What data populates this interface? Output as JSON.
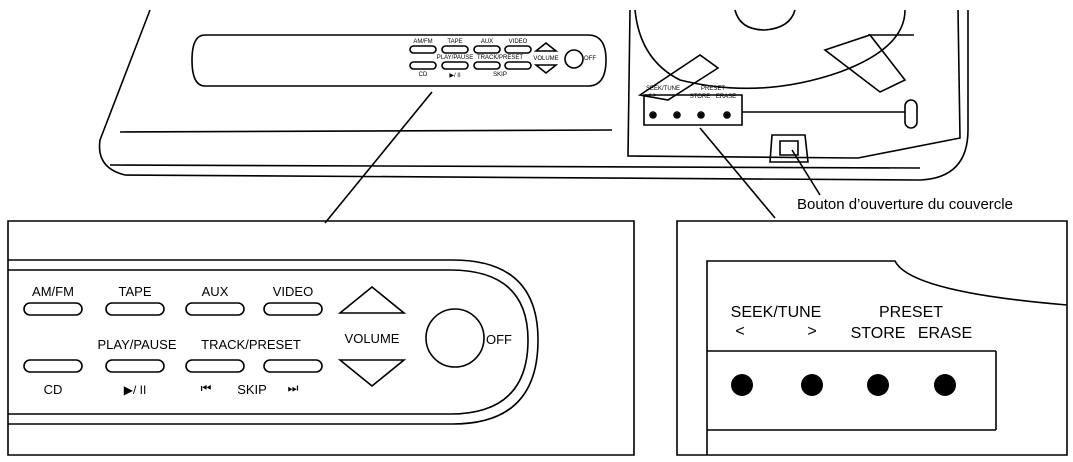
{
  "caption": "Bouton d’ouverture du couvercle",
  "left_panel": {
    "buttons_top": [
      "AM/FM",
      "TAPE",
      "AUX",
      "VIDEO"
    ],
    "labels_mid": [
      "PLAY/PAUSE",
      "TRACK/PRESET"
    ],
    "volume": "VOLUME",
    "off": "OFF",
    "cd": "CD",
    "play_symbol": "▶/ II",
    "skip_prev": "⏮",
    "skip": "SKIP",
    "skip_next": "⏭"
  },
  "right_panel": {
    "seek_tune": "SEEK/TUNE",
    "seek_left": "<",
    "seek_right": ">",
    "preset": "PRESET",
    "store": "STORE",
    "erase": "ERASE"
  },
  "mini": {
    "amfm": "AM/FM",
    "tape": "TAPE",
    "aux": "AUX",
    "video": "VIDEO",
    "play_pause": "PLAY/PAUSE",
    "track_preset": "TRACK/PRESET",
    "volume": "VOLUME",
    "off": "OFF",
    "cd": "CD",
    "play_symbol": "▶/ II",
    "skip": "SKIP",
    "seek_tune": "SEEK/TUNE",
    "seek_arrows": "<  >",
    "preset": "PRESET",
    "store": "STORE",
    "erase": "ERASE"
  }
}
